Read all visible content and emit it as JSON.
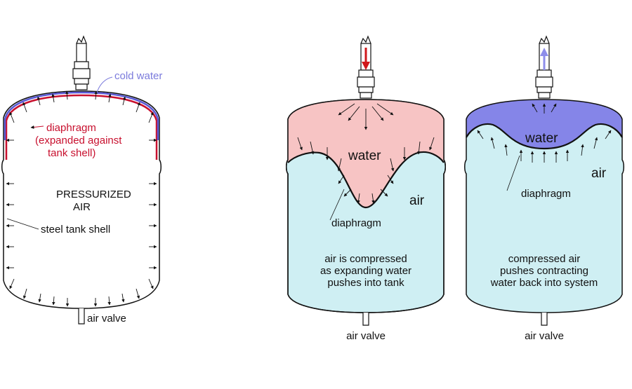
{
  "colors": {
    "water_fill": "#f7c4c4",
    "air_fill": "#cfeff3",
    "water_fill_right": "#8585e8",
    "diaphragm_red": "#c8102e",
    "cold_water_blue": "#7b7bdc",
    "arrow_red": "#d0181c",
    "arrow_blue": "#8d8dea",
    "outline": "#111111"
  },
  "tank_left": {
    "cold_water": "cold water",
    "diaphragm_line1": "diaphragm",
    "diaphragm_line2": "(expanded against",
    "diaphragm_line3": "tank shell)",
    "pressurized_line1": "PRESSURIZED",
    "pressurized_line2": "AIR",
    "steel_shell": "steel tank shell",
    "air_valve": "air valve"
  },
  "tank_middle": {
    "water": "water",
    "air": "air",
    "diaphragm": "diaphragm",
    "caption_line1": "air is compressed",
    "caption_line2": "as expanding water",
    "caption_line3": "pushes into tank",
    "air_valve": "air valve",
    "flow_arrow": "down-arrow-icon"
  },
  "tank_right": {
    "water": "water",
    "air": "air",
    "diaphragm": "diaphragm",
    "caption_line1": "compressed air",
    "caption_line2": "pushes contracting",
    "caption_line3": "water back into system",
    "air_valve": "air valve",
    "flow_arrow": "up-arrow-icon"
  }
}
